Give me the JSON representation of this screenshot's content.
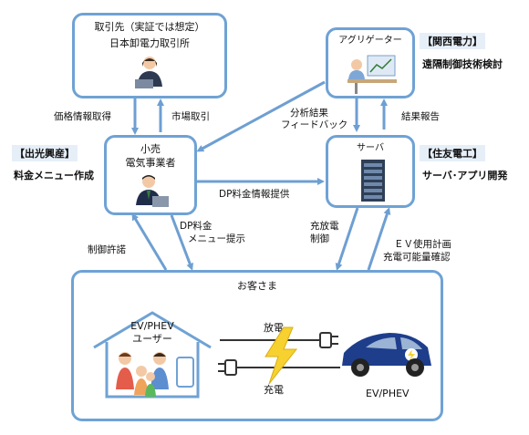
{
  "nodes": {
    "trading": {
      "line1": "取引先（実証では想定）",
      "line2": "日本卸電力取引所"
    },
    "aggregator": {
      "label": "アグリゲーター"
    },
    "retailer": {
      "line1": "小売",
      "line2": "電気事業者"
    },
    "server": {
      "label": "サーバ"
    },
    "customer": {
      "label": "お客さま",
      "house_label1": "EV/PHEV",
      "house_label2": "ユーザー",
      "car_label": "EV/PHEV"
    }
  },
  "companies": {
    "kansai": {
      "tag": "【関西電力】",
      "role": "遠隔制御技術検討"
    },
    "idemitsu": {
      "tag": "【出光興産】",
      "role": "料金メニュー作成"
    },
    "sumitomo": {
      "tag": "【住友電工】",
      "role": "サーバ･アプリ開発"
    }
  },
  "edges": {
    "price_info": "価格情報取得",
    "market_trade": "市場取引",
    "analysis_line1": "分析結果",
    "analysis_line2": "フィードバック",
    "result_report": "結果報告",
    "dp_price_info": "DP料金情報提供",
    "control_permission": "制御許諾",
    "dp_menu_line1": "DP料金",
    "dp_menu_line2": "メニュー提示",
    "charge_control_line1": "充放電",
    "charge_control_line2": "制御",
    "ev_plan_line1": "ＥＶ使用計画",
    "ev_plan_line2": "充電可能量確認",
    "discharge": "放電",
    "charge": "充電"
  },
  "colors": {
    "box_border": "#6fa2d4",
    "arrow": "#6e9fd2",
    "tag_bg": "#e6eff8",
    "car_body": "#1e3e8c",
    "bolt": "#f6d12f"
  }
}
